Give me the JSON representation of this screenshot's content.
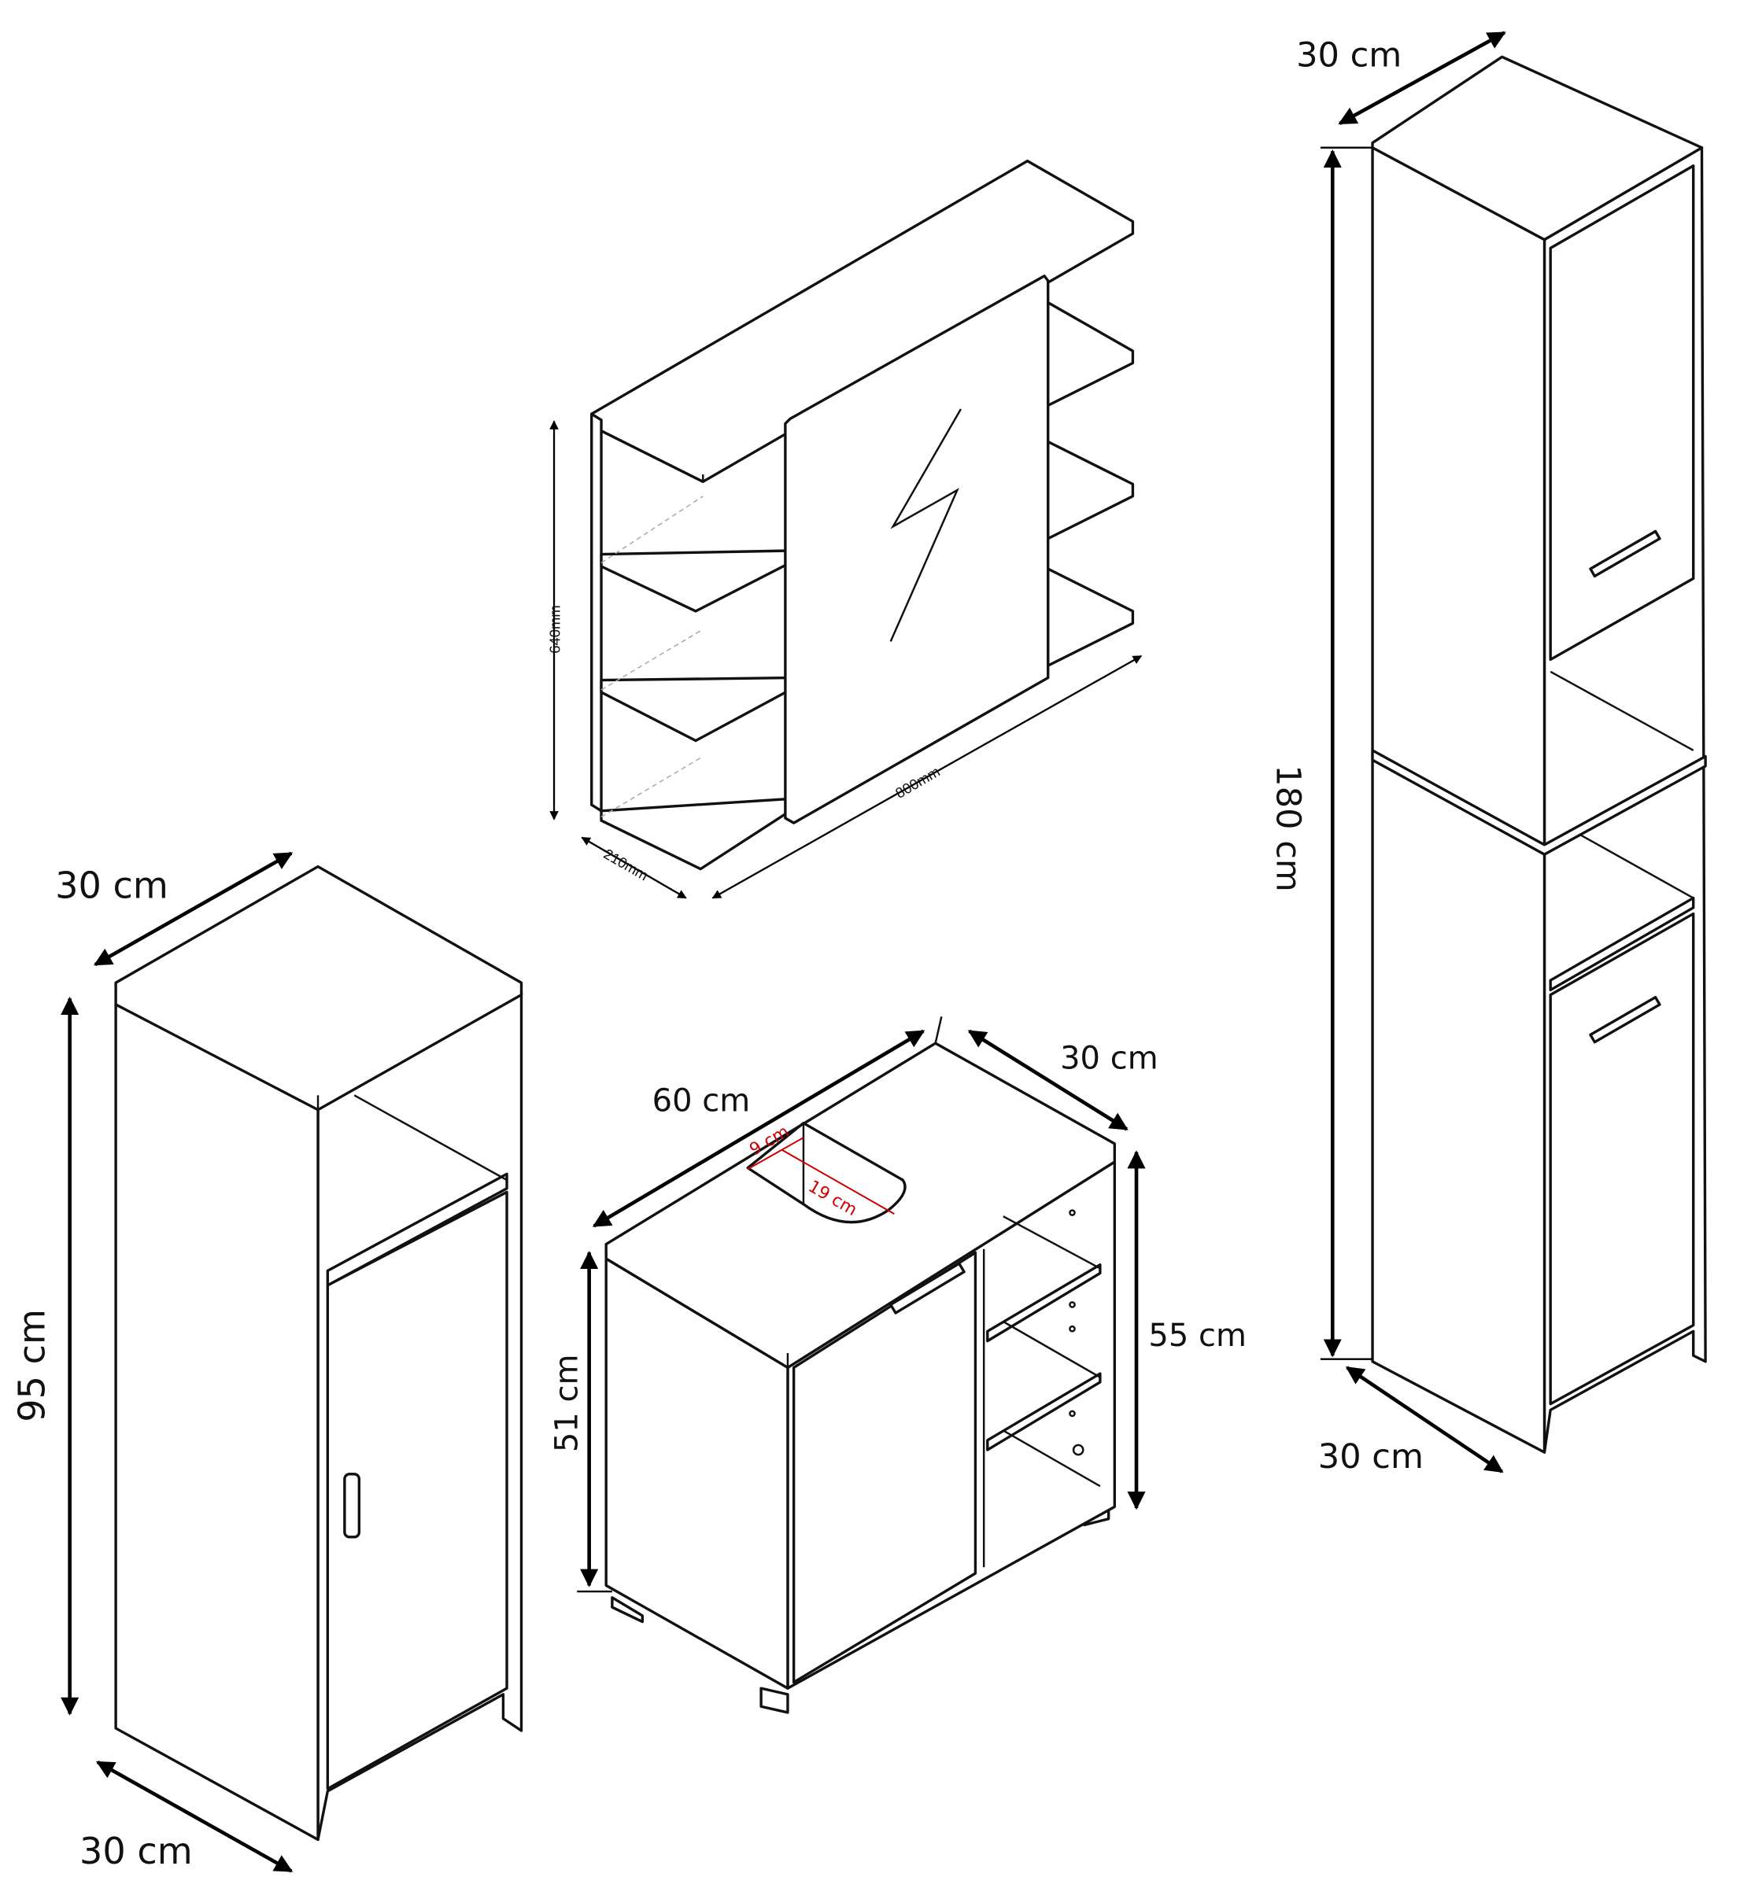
{
  "mirror_cabinet": {
    "height": "640mm",
    "width": "800mm",
    "depth": "210mm"
  },
  "low_cabinet": {
    "width": "30 cm",
    "height": "95 cm",
    "depth": "30 cm"
  },
  "sink_cabinet": {
    "width": "60 cm",
    "depth": "30 cm",
    "height_total": "55 cm",
    "height_body": "51 cm",
    "cutout_width": "9 cm",
    "cutout_depth": "19 cm"
  },
  "tall_cabinet": {
    "width": "30 cm",
    "height": "180 cm",
    "depth": "30 cm"
  },
  "colors": {
    "lines": "#111111",
    "cutout_dimensions": "#cc0000"
  }
}
